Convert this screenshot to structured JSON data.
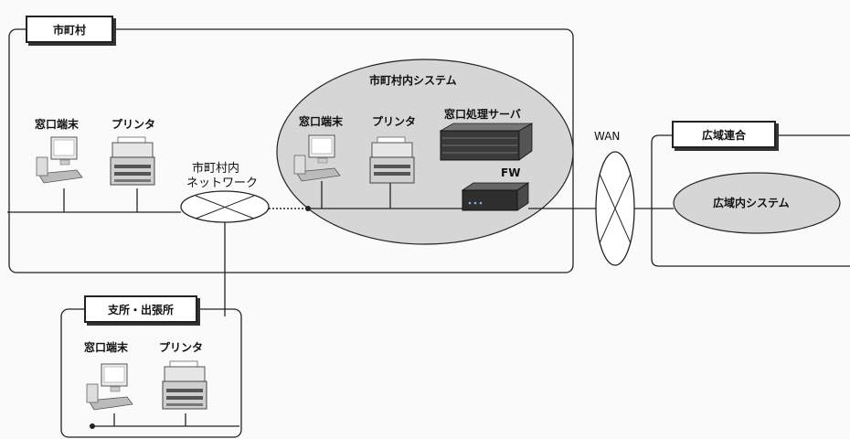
{
  "municipality": {
    "group_label": "市町村",
    "terminal_label": "窓口端末",
    "printer_label": "プリンタ"
  },
  "network": {
    "label_line1": "市町村内",
    "label_line2": "ネットワーク"
  },
  "internal_system": {
    "title": "市町村内システム",
    "terminal_label": "窓口端末",
    "printer_label": "プリンタ",
    "server_label": "窓口処理サーバ",
    "fw_label": "FW"
  },
  "wan": {
    "label": "WAN"
  },
  "wide_area": {
    "group_label": "広域連合",
    "system_label": "広域内システム"
  },
  "branch": {
    "group_label": "支所・出張所",
    "terminal_label": "窓口端末",
    "printer_label": "プリンタ"
  },
  "colors": {
    "ellipse_fill": "#d6d6d6",
    "line": "#222222",
    "label_shadow": "#333333"
  }
}
